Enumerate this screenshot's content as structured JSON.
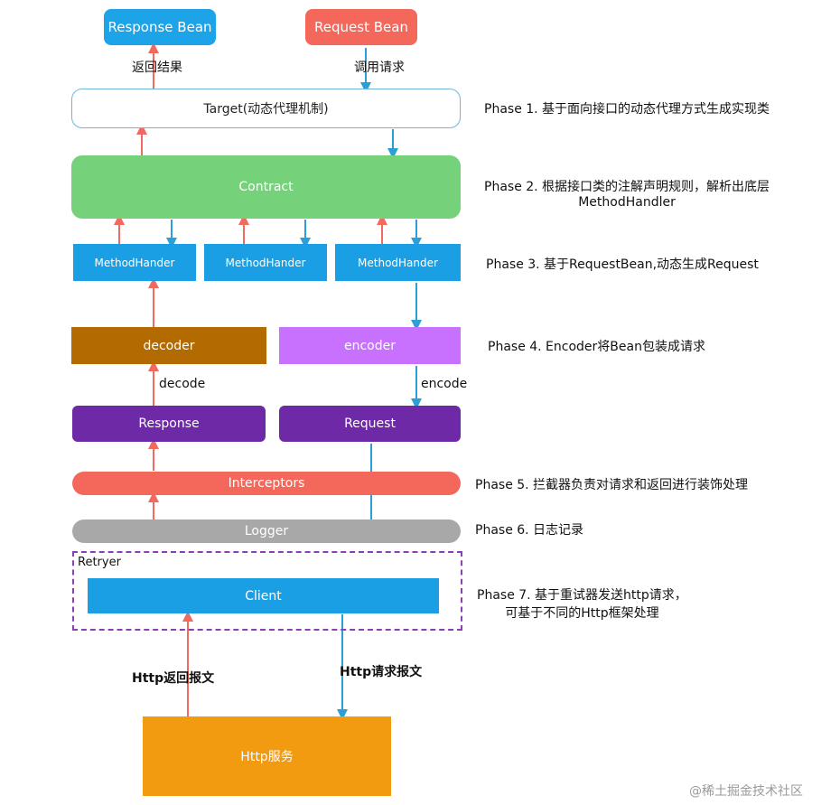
{
  "colors": {
    "red_arrow": "#f06a60",
    "blue_arrow": "#2a9fd8",
    "response_bean": "#1ca3e8",
    "request_bean": "#f4685c",
    "contract": "#75d27a",
    "method_handler": "#1a9fe4",
    "decoder": "#b36a00",
    "encoder": "#c971ff",
    "req_resp": "#6e2aa6",
    "interceptors": "#f4685c",
    "logger": "#a8a8a8",
    "retryer_border": "#8b3fb3",
    "client": "#1a9fe4",
    "http_service": "#f29a10"
  },
  "boxes": {
    "response_bean": "Response Bean",
    "request_bean": "Request Bean",
    "target": "Target(动态代理机制)",
    "contract": "Contract",
    "method_handler_1": "MethodHander",
    "method_handler_2": "MethodHander",
    "method_handler_3": "MethodHander",
    "decoder": "decoder",
    "encoder": "encoder",
    "response": "Response",
    "request": "Request",
    "interceptors": "Interceptors",
    "logger": "Logger",
    "retryer": "Retryer",
    "client": "Client",
    "http_service": "Http服务"
  },
  "labels": {
    "return_result": "返回结果",
    "call_request": "调用请求",
    "decode": "decode",
    "encode": "encode",
    "http_response_msg": "Http返回报文",
    "http_request_msg": "Http请求报文"
  },
  "phases": {
    "p1": "Phase 1. 基于面向接口的动态代理方式生成实现类",
    "p2_line1": "Phase 2. 根据接口类的注解声明规则，解析出底层",
    "p2_line2": "MethodHandler",
    "p3": "Phase 3. 基于RequestBean,动态生成Request",
    "p4": "Phase 4. Encoder将Bean包装成请求",
    "p5": "Phase 5. 拦截器负责对请求和返回进行装饰处理",
    "p6": "Phase 6. 日志记录",
    "p7_line1": "Phase 7. 基于重试器发送http请求，",
    "p7_line2": "可基于不同的Http框架处理"
  },
  "watermark": "@稀土掘金技术社区"
}
